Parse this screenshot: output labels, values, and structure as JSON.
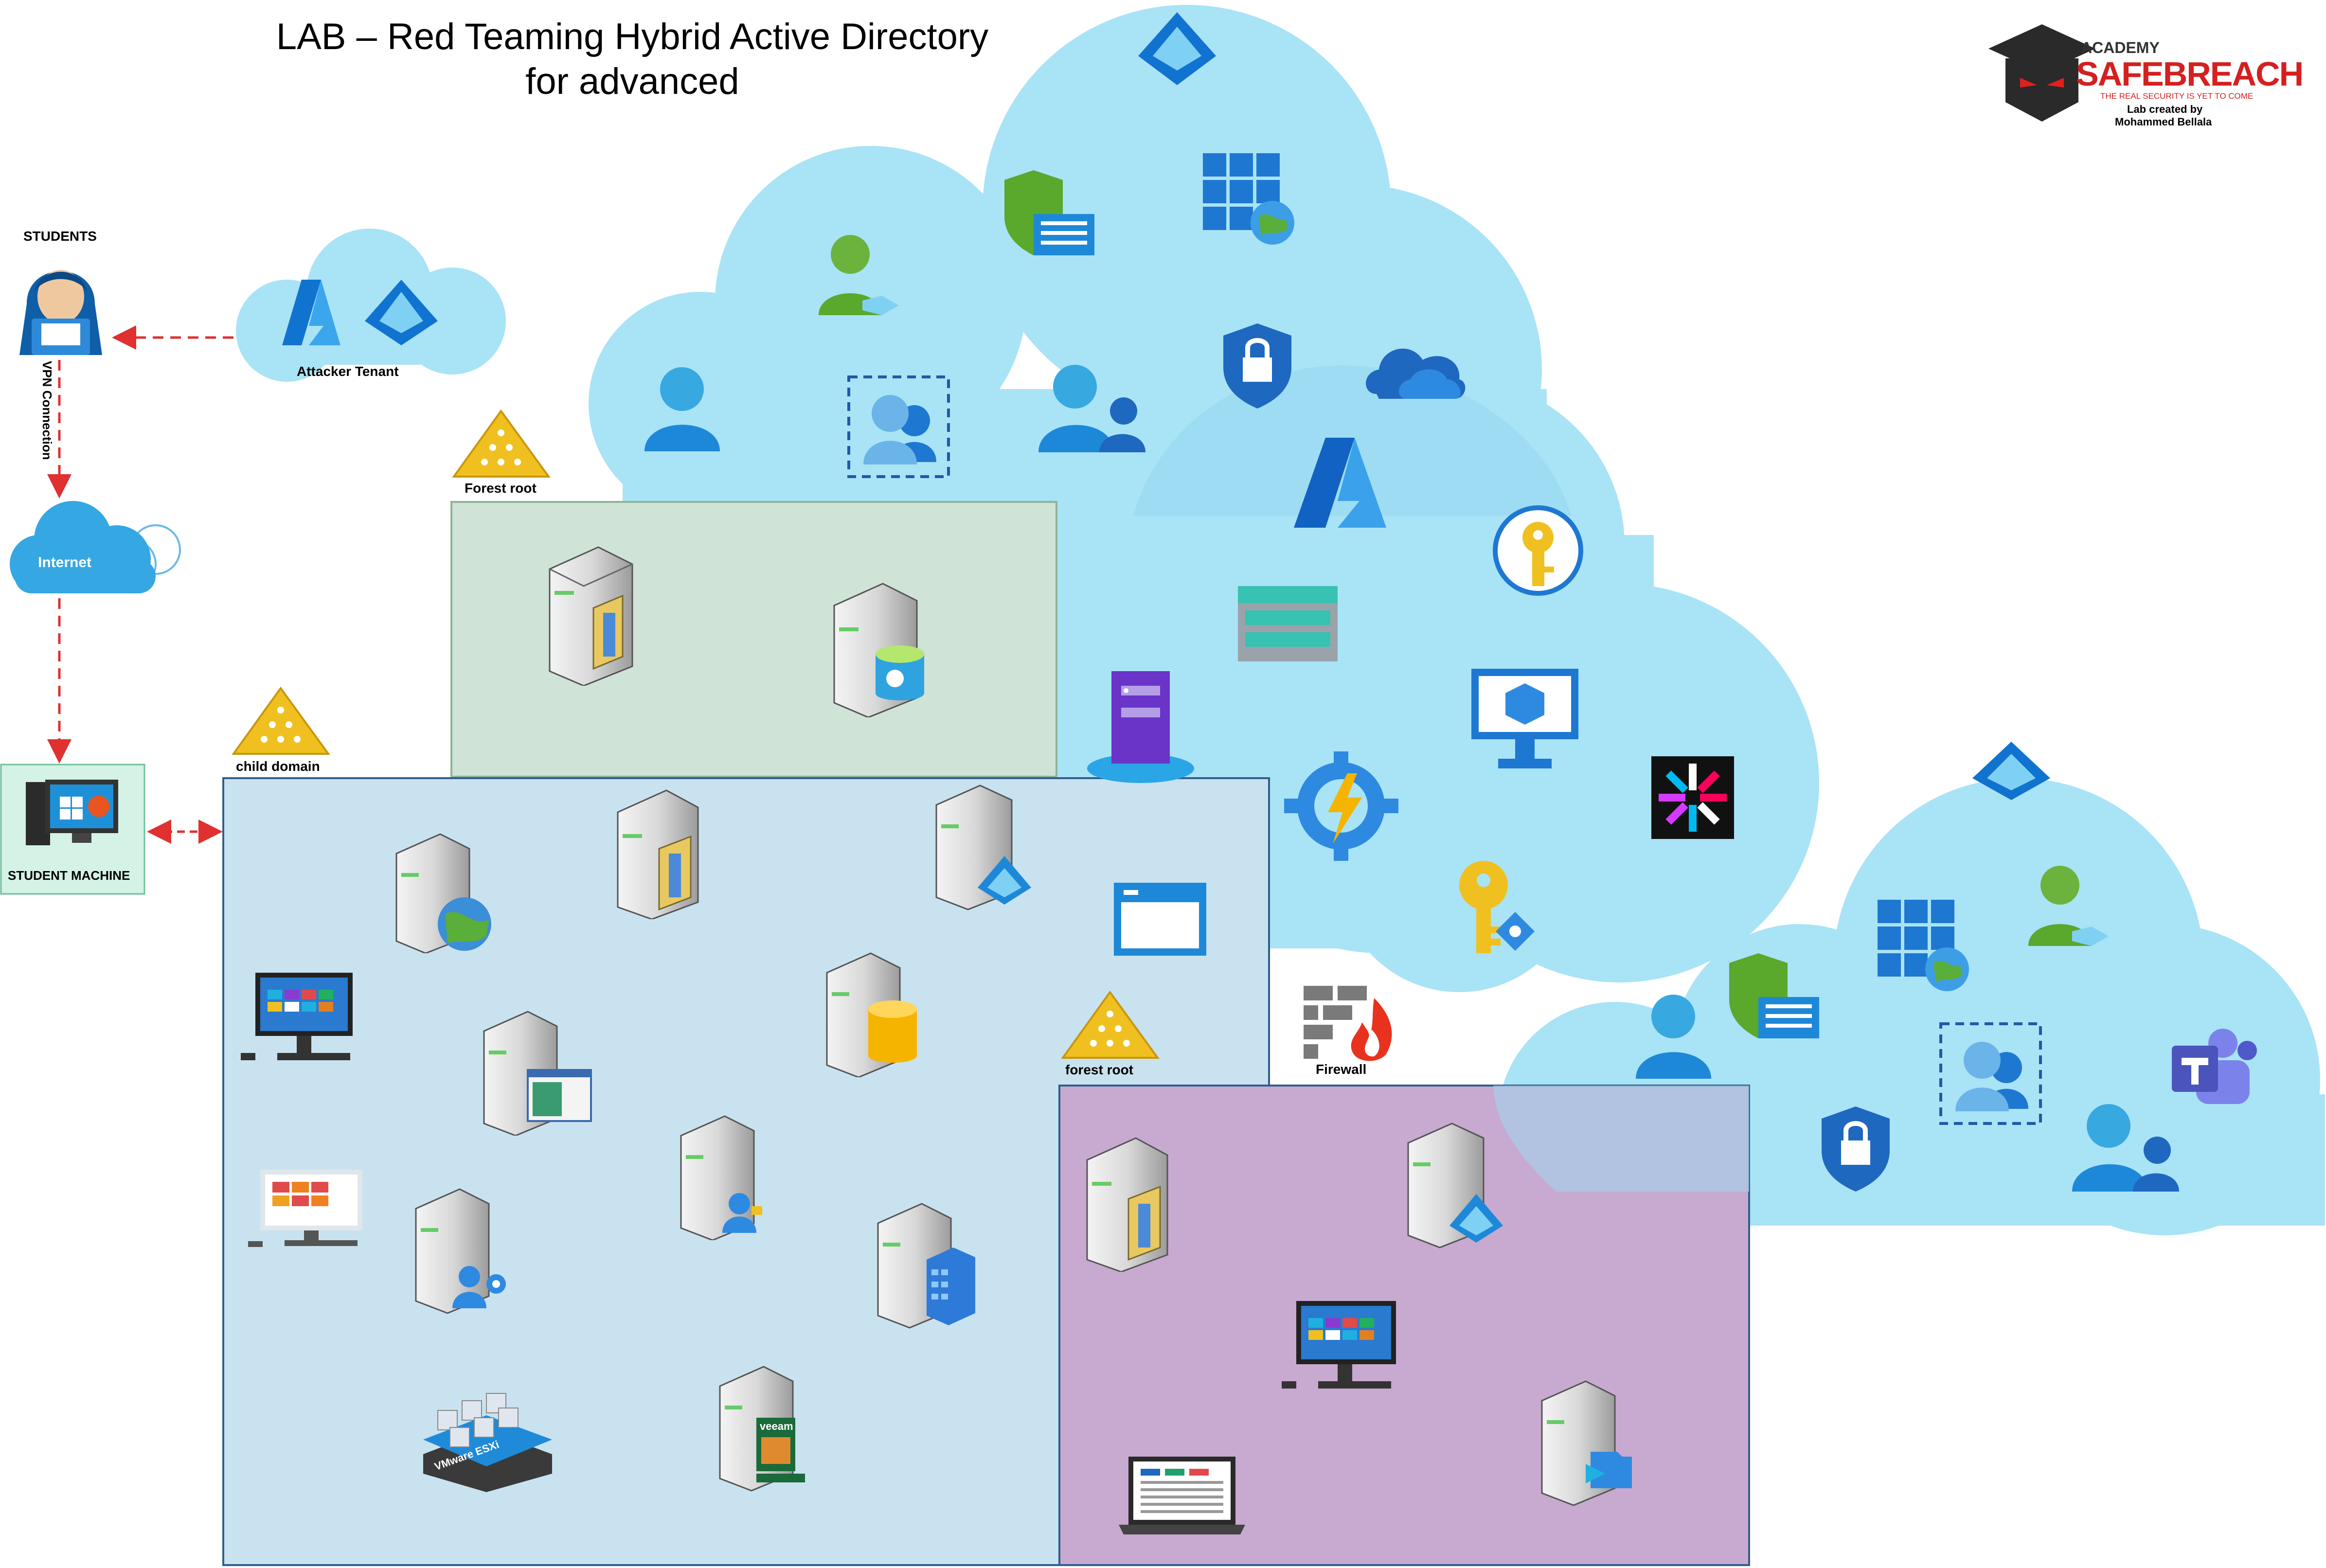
{
  "title": {
    "line1": "LAB – Red Teaming Hybrid Active Directory",
    "line2": "for advanced"
  },
  "logo": {
    "academy": "ACADEMY",
    "brand": "SAFEBREACH",
    "tagline": "THE REAL SECURITY IS YET TO COME",
    "credit1": "Lab created by",
    "credit2": "Mohammed Bellala"
  },
  "labels": {
    "students": "STUDENTS",
    "attacker_tenant": "Attacker Tenant",
    "vpn": "VPN Connection",
    "internet": "Internet",
    "student_machine": "STUDENT MACHINE",
    "forest_root_1": "Forest root",
    "child_domain": "child domain",
    "forest_root_2": "forest root",
    "firewall": "Firewall"
  },
  "veeam": "veeam",
  "vmware": "VMware ESXi",
  "colors": {
    "cloud": "#a9e3f6",
    "cloud_dark": "#8fd3ee",
    "forest_root_zone": "#cfe3d6",
    "child_domain_zone": "#c9e2f0",
    "second_forest_zone": "#c8a9cf",
    "azure_blue": "#0f6cbd",
    "arrow_red": "#e03030"
  }
}
